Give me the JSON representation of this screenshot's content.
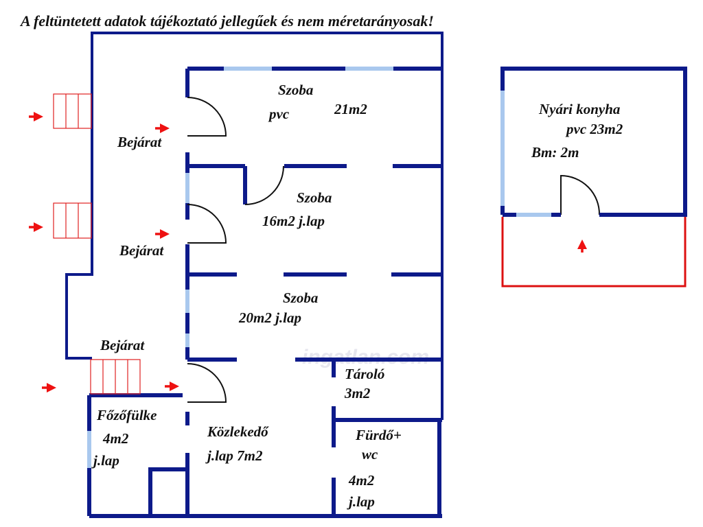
{
  "disclaimer": "A feltüntetett adatok tájékoztató jellegűek és nem méretarányosak!",
  "watermark": "ingatlan.com",
  "colors": {
    "wall": "#0d1a8a",
    "window": "#a9c8ee",
    "door_arc": "#111111",
    "arrow": "#ee1111",
    "stair": "#e02020",
    "terrace": "#dd1111"
  },
  "rooms": {
    "szoba1": {
      "name": "Szoba",
      "floor": "pvc",
      "area": "21m2"
    },
    "szoba2": {
      "name": "Szoba",
      "detail": "16m2 j.lap"
    },
    "szoba3": {
      "name": "Szoba",
      "detail": "20m2 j.lap"
    },
    "fozofulke": {
      "name": "Főzőfülke",
      "area": "4m2",
      "floor": "j.lap"
    },
    "kozlekedo": {
      "name": "Közlekedő",
      "detail": "j.lap 7m2"
    },
    "tarolo": {
      "name": "Tároló",
      "area": "3m2"
    },
    "furdo": {
      "name": "Fürdő+",
      "sub": "wc",
      "area": "4m2",
      "floor": "j.lap"
    },
    "nyari": {
      "name": "Nyári konyha",
      "detail": "pvc 23m2",
      "height": "Bm: 2m"
    }
  },
  "entrances": [
    "Bejárat",
    "Bejárat",
    "Bejárat"
  ]
}
